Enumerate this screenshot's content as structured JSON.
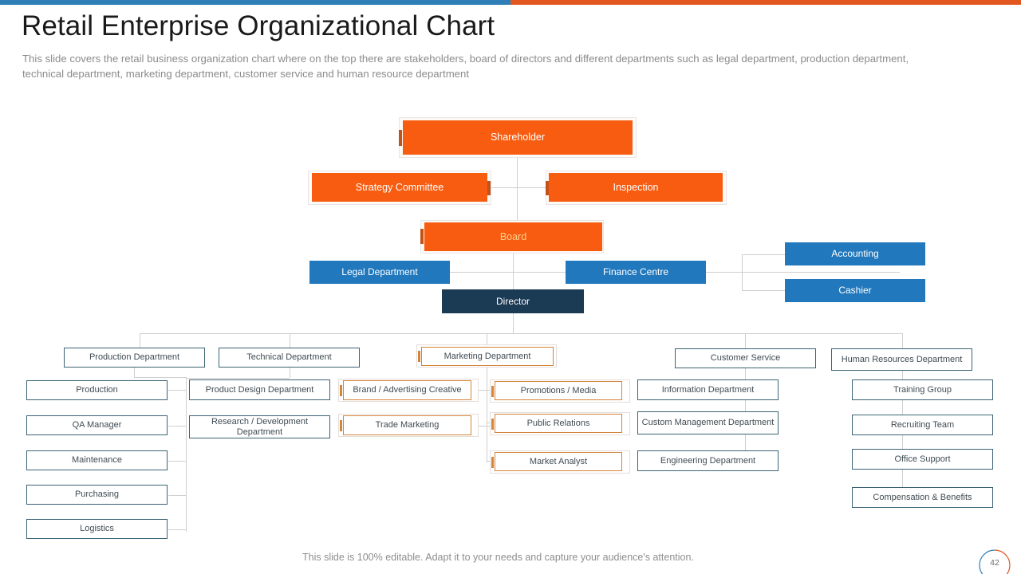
{
  "theme": {
    "accent_blue": "#2178bd",
    "accent_orange": "#f85c10",
    "accent_navy": "#1b3a54",
    "outline_teal": "#3b6374",
    "outline_orange": "#d4843b",
    "topbar_blue": "#2e7eb8",
    "topbar_orange": "#e2561f"
  },
  "header": {
    "title": "Retail Enterprise Organizational Chart",
    "subtitle": "This slide covers the retail business organization chart where on the top there are stakeholders, board of directors and different departments such as legal department, production department, technical department, marketing department, customer service and human resource department"
  },
  "chart_data": {
    "type": "diagram",
    "title": "Retail Enterprise Organizational Chart",
    "nodes": {
      "shareholder": "Shareholder",
      "strategy_committee": "Strategy Committee",
      "inspection": "Inspection",
      "board": "Board",
      "legal_department": "Legal Department",
      "finance_centre": "Finance Centre",
      "accounting": "Accounting",
      "cashier": "Cashier",
      "director": "Director",
      "production_department": "Production Department",
      "technical_department": "Technical Department",
      "marketing_department": "Marketing Department",
      "customer_service": "Customer Service",
      "human_resources_department": "Human Resources Department",
      "production": "Production",
      "qa_manager": "QA Manager",
      "maintenance": "Maintenance",
      "purchasing": "Purchasing",
      "logistics": "Logistics",
      "product_design_department": "Product Design Department",
      "research_development_department": "Research / Development Department",
      "brand_advertising_creative": "Brand / Advertising Creative",
      "trade_marketing": "Trade Marketing",
      "promotions_media": "Promotions / Media",
      "public_relations": "Public Relations",
      "market_analyst": "Market Analyst",
      "information_department": "Information Department",
      "custom_management_department": "Custom Management Department",
      "engineering_department": "Engineering Department",
      "training_group": "Training Group",
      "recruiting_team": "Recruiting Team",
      "office_support": "Office Support",
      "compensation_benefits": "Compensation & Benefits"
    },
    "edges": [
      [
        "shareholder",
        "strategy_committee"
      ],
      [
        "shareholder",
        "inspection"
      ],
      [
        "shareholder",
        "board"
      ],
      [
        "board",
        "legal_department"
      ],
      [
        "board",
        "finance_centre"
      ],
      [
        "board",
        "director"
      ],
      [
        "finance_centre",
        "accounting"
      ],
      [
        "finance_centre",
        "cashier"
      ],
      [
        "director",
        "production_department"
      ],
      [
        "director",
        "technical_department"
      ],
      [
        "director",
        "marketing_department"
      ],
      [
        "director",
        "customer_service"
      ],
      [
        "director",
        "human_resources_department"
      ],
      [
        "production_department",
        "production"
      ],
      [
        "production_department",
        "qa_manager"
      ],
      [
        "production_department",
        "maintenance"
      ],
      [
        "production_department",
        "purchasing"
      ],
      [
        "production_department",
        "logistics"
      ],
      [
        "technical_department",
        "product_design_department"
      ],
      [
        "technical_department",
        "research_development_department"
      ],
      [
        "marketing_department",
        "brand_advertising_creative"
      ],
      [
        "marketing_department",
        "trade_marketing"
      ],
      [
        "marketing_department",
        "promotions_media"
      ],
      [
        "marketing_department",
        "public_relations"
      ],
      [
        "marketing_department",
        "market_analyst"
      ],
      [
        "customer_service",
        "information_department"
      ],
      [
        "customer_service",
        "custom_management_department"
      ],
      [
        "customer_service",
        "engineering_department"
      ],
      [
        "human_resources_department",
        "training_group"
      ],
      [
        "human_resources_department",
        "recruiting_team"
      ],
      [
        "human_resources_department",
        "office_support"
      ],
      [
        "human_resources_department",
        "compensation_benefits"
      ]
    ]
  },
  "footer": {
    "note": "This slide is 100% editable. Adapt it to your needs and capture your audience's attention.",
    "page_number": "42"
  }
}
